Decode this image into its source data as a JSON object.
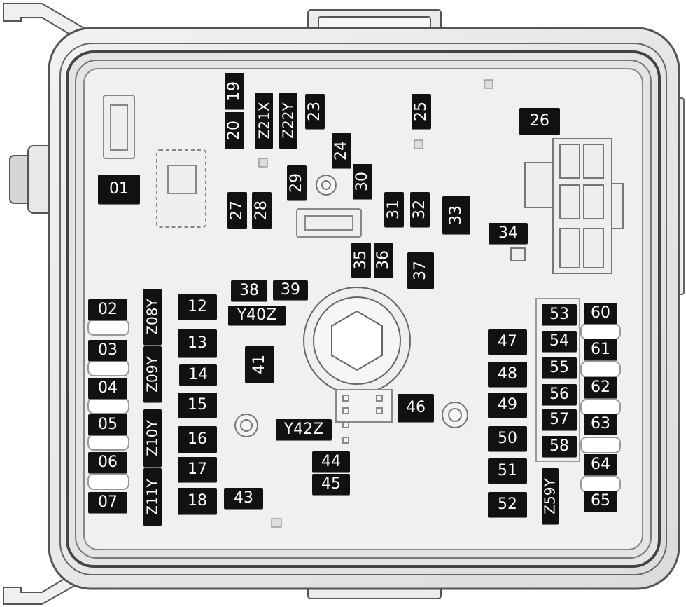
{
  "fuses": [
    {
      "id": "01",
      "text": "01"
    },
    {
      "id": "02",
      "text": "02"
    },
    {
      "id": "03",
      "text": "03"
    },
    {
      "id": "04",
      "text": "04"
    },
    {
      "id": "05",
      "text": "05"
    },
    {
      "id": "06",
      "text": "06"
    },
    {
      "id": "07",
      "text": "07"
    },
    {
      "id": "z08y",
      "text": "Z08Y"
    },
    {
      "id": "z09y",
      "text": "Z09Y"
    },
    {
      "id": "z10y",
      "text": "Z10Y"
    },
    {
      "id": "z11y",
      "text": "Z11Y"
    },
    {
      "id": "12",
      "text": "12"
    },
    {
      "id": "13",
      "text": "13"
    },
    {
      "id": "14",
      "text": "14"
    },
    {
      "id": "15",
      "text": "15"
    },
    {
      "id": "16",
      "text": "16"
    },
    {
      "id": "17",
      "text": "17"
    },
    {
      "id": "18",
      "text": "18"
    },
    {
      "id": "19",
      "text": "19"
    },
    {
      "id": "20",
      "text": "20"
    },
    {
      "id": "z21x",
      "text": "Z21X"
    },
    {
      "id": "z22y",
      "text": "Z22Y"
    },
    {
      "id": "23",
      "text": "23"
    },
    {
      "id": "24",
      "text": "24"
    },
    {
      "id": "25",
      "text": "25"
    },
    {
      "id": "26",
      "text": "26"
    },
    {
      "id": "27",
      "text": "27"
    },
    {
      "id": "28",
      "text": "28"
    },
    {
      "id": "29",
      "text": "29"
    },
    {
      "id": "30",
      "text": "30"
    },
    {
      "id": "31",
      "text": "31"
    },
    {
      "id": "32",
      "text": "32"
    },
    {
      "id": "33",
      "text": "33"
    },
    {
      "id": "34",
      "text": "34"
    },
    {
      "id": "35",
      "text": "35"
    },
    {
      "id": "36",
      "text": "36"
    },
    {
      "id": "37",
      "text": "37"
    },
    {
      "id": "38",
      "text": "38"
    },
    {
      "id": "39",
      "text": "39"
    },
    {
      "id": "y40z",
      "text": "Y40Z"
    },
    {
      "id": "41",
      "text": "41"
    },
    {
      "id": "y42z",
      "text": "Y42Z"
    },
    {
      "id": "43",
      "text": "43"
    },
    {
      "id": "44",
      "text": "44"
    },
    {
      "id": "45",
      "text": "45"
    },
    {
      "id": "46",
      "text": "46"
    },
    {
      "id": "47",
      "text": "47"
    },
    {
      "id": "48",
      "text": "48"
    },
    {
      "id": "49",
      "text": "49"
    },
    {
      "id": "50",
      "text": "50"
    },
    {
      "id": "51",
      "text": "51"
    },
    {
      "id": "52",
      "text": "52"
    },
    {
      "id": "53",
      "text": "53"
    },
    {
      "id": "54",
      "text": "54"
    },
    {
      "id": "55",
      "text": "55"
    },
    {
      "id": "56",
      "text": "56"
    },
    {
      "id": "57",
      "text": "57"
    },
    {
      "id": "58",
      "text": "58"
    },
    {
      "id": "z59y",
      "text": "Z59Y"
    },
    {
      "id": "60",
      "text": "60"
    },
    {
      "id": "61",
      "text": "61"
    },
    {
      "id": "62",
      "text": "62"
    },
    {
      "id": "63",
      "text": "63"
    },
    {
      "id": "64",
      "text": "64"
    },
    {
      "id": "65",
      "text": "65"
    }
  ]
}
